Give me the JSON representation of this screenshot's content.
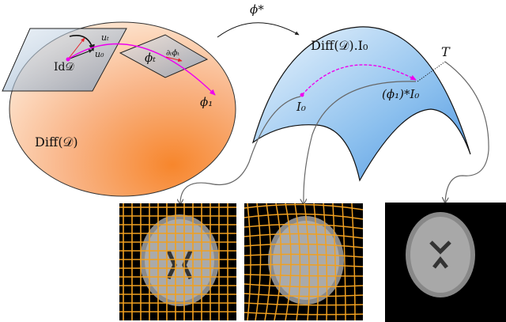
{
  "figure": {
    "group_manifold": {
      "label": "Diff(𝒟)",
      "color_light": "#fde2cc",
      "color_dark": "#f7862c",
      "identity_label": "Id𝒟",
      "tangent_labels": {
        "u_t": "uₜ",
        "u_0": "u₀"
      },
      "path_point_label": "ϕₜ",
      "velocity_label": "∂ₜϕₜ",
      "endpoint_label": "ϕ₁"
    },
    "pushforward_arrow_label": "ϕ*",
    "orbit_manifold": {
      "label": "Diff(𝒟).I₀",
      "color_light": "#e8f2fc",
      "color_dark": "#5b9fe3",
      "start_label": "I₀",
      "end_label": "(ϕ₁)*I₀",
      "target_label": "T"
    },
    "path_color": "#ee00ee",
    "tangent_vector_color": "#e8202a",
    "grid_color": "#f0a020",
    "panels": [
      {
        "name": "source-image-with-regular-grid",
        "description": "brain MRI I₀ with regular grid"
      },
      {
        "name": "deformed-image-with-warped-grid",
        "description": "deformed brain (ϕ₁)*I₀ with warped grid"
      },
      {
        "name": "target-image",
        "description": "target brain MRI T"
      }
    ]
  }
}
